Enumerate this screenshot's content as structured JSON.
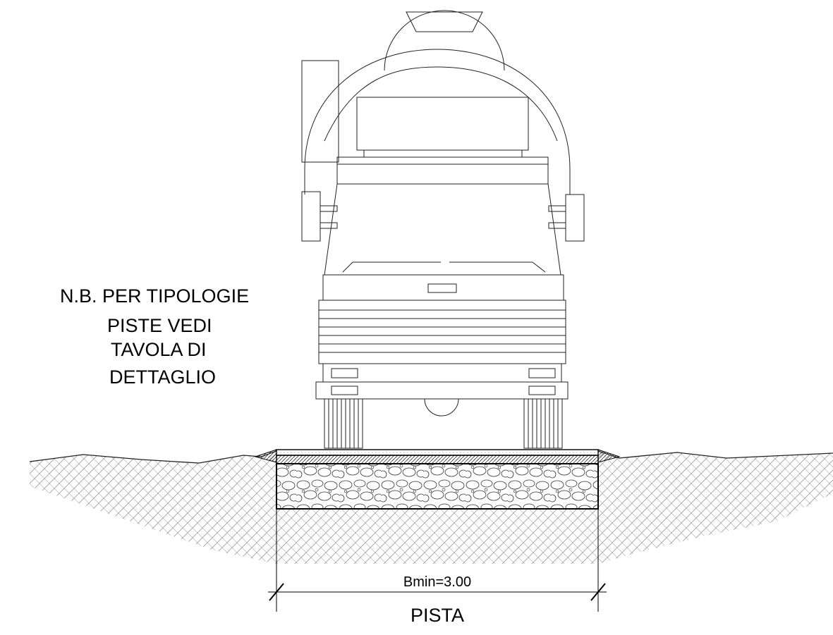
{
  "note": {
    "lines": [
      "N.B. PER TIPOLOGIE",
      "PISTE VEDI",
      "TAVOLA DI",
      "DETTAGLIO"
    ]
  },
  "dimension": {
    "label": "Bmin=3.00"
  },
  "section": {
    "label": "PISTA"
  }
}
